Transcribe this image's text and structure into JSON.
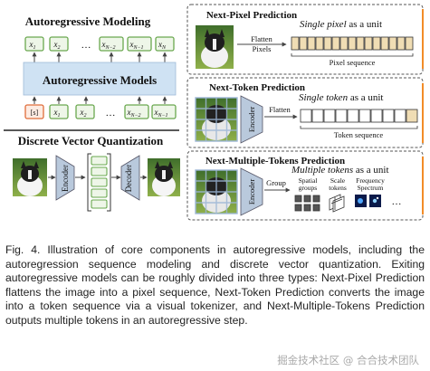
{
  "left": {
    "ar_title": "Autoregressive Modeling",
    "ar_box_label": "Autoregressive Models",
    "top_tokens": [
      "x",
      "x",
      "x",
      "x",
      "x"
    ],
    "top_subs": [
      "1",
      "2",
      "N−2",
      "N−1",
      "N"
    ],
    "bottom_start": "[s]",
    "bottom_tokens": [
      "x",
      "x",
      "x",
      "x"
    ],
    "bottom_subs": [
      "1",
      "2",
      "N−2",
      "N−1"
    ],
    "ellipsis": "…",
    "dvq_title": "Discrete Vector Quantization",
    "encoder": "Encoder",
    "decoder": "Decoder"
  },
  "pixel": {
    "title": "Next-Pixel Prediction",
    "flatten_label_1": "Flatten",
    "flatten_label_2": "Pixels",
    "unit_em": "Single pixel",
    "unit_rest": " as a unit",
    "seq_label": "Pixel sequence"
  },
  "token": {
    "title": "Next-Token Prediction",
    "encoder": "Encoder",
    "flatten_label": "Flatten",
    "unit_em": "Single token",
    "unit_rest": " as a unit",
    "seq_label": "Token sequence"
  },
  "multi": {
    "title": "Next-Multiple-Tokens Prediction",
    "encoder": "Encoder",
    "group_label": "Group",
    "unit_em": "Multiple tokens",
    "unit_rest": " as a unit",
    "groups": [
      {
        "line1": "Spatial",
        "line2": "groups"
      },
      {
        "line1": "Scale",
        "line2": "tokens"
      },
      {
        "line1": "Frequency",
        "line2": "Spectrum"
      }
    ],
    "ellipsis": "…"
  },
  "caption": "Fig. 4. Illustration of core components in autoregressive models, including the autoregression sequence modeling and discrete vector quantization. Exiting autoregressive models can be roughly divided into three types: Next-Pixel Prediction flattens the image into a pixel sequence, Next-Token Prediction converts the image into a token sequence via a visual tokenizer, and Next-Multiple-Tokens Prediction outputs multiple tokens in an autoregressive step.",
  "watermark": "掘金技术社区 @ 合合技术团队",
  "colors": {
    "token_green": "#6aa84f",
    "token_fill": "#eef6e8",
    "start_orange": "#e06c3a",
    "ar_box": "#cfe2f3",
    "encoder_fill": "#b9c9dc",
    "seq_tan": "#f0ddb4",
    "orange_accent": "#f28c28"
  }
}
